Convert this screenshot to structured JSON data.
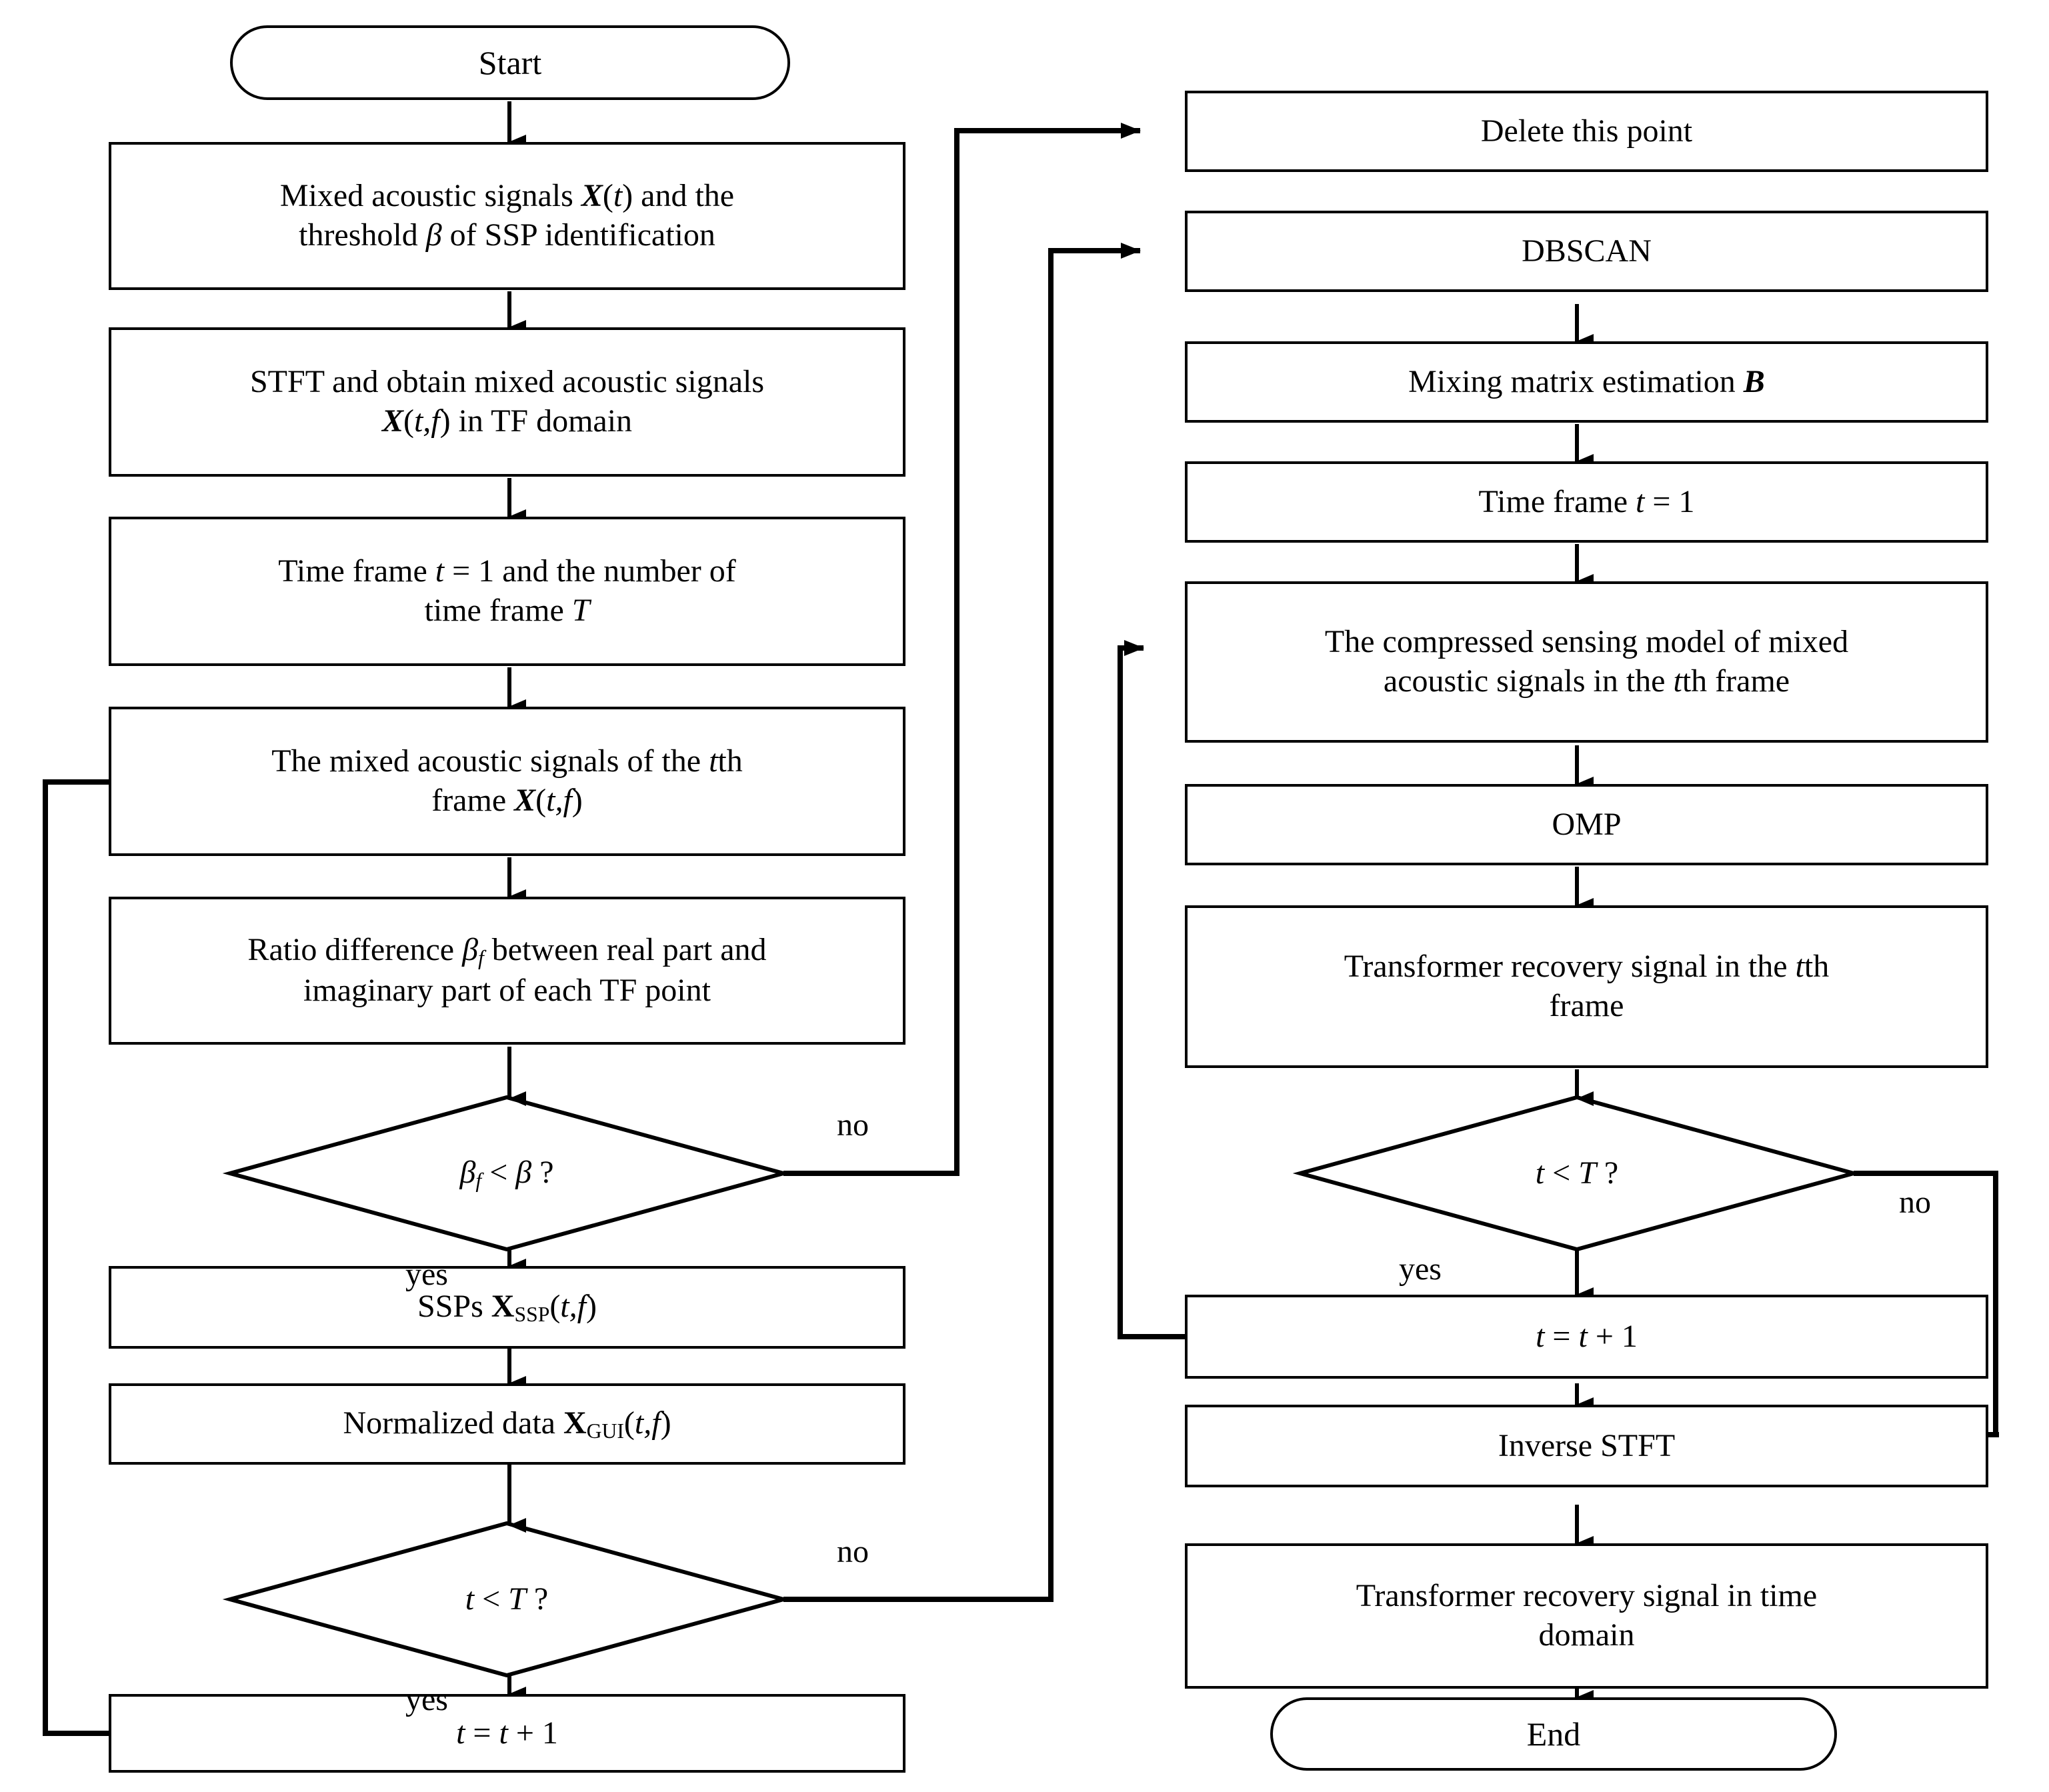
{
  "diagram": {
    "title": "Flowchart of transformer acoustic signal blind source separation",
    "stroke_color": "#000000",
    "background_color": "#ffffff"
  },
  "nodes": {
    "start": {
      "label": "Start",
      "shape": "terminator"
    },
    "mixed_signals": {
      "line1_a": "Mixed acoustic signals ",
      "line1_b": "X",
      "line1_c": "(",
      "line1_d": "t",
      "line1_e": ") and the",
      "line2_a": "threshold ",
      "line2_b": "β",
      "line2_c": " of SSP identification",
      "shape": "process"
    },
    "stft": {
      "line1": "STFT and obtain mixed acoustic signals",
      "line2_a": "X",
      "line2_b": "(",
      "line2_c": "t,f",
      "line2_d": ") in TF domain",
      "shape": "process"
    },
    "timeframe_init": {
      "line1_a": "Time frame ",
      "line1_b": "t",
      "line1_c": " = 1 and  the number of",
      "line2_a": "time frame ",
      "line2_b": "T",
      "shape": "process"
    },
    "mixed_tth": {
      "line1_a": "The mixed acoustic signals of the ",
      "line1_b": "t",
      "line1_c": "th",
      "line2_a": "frame ",
      "line2_b": "X",
      "line2_c": "(",
      "line2_d": "t,f",
      "line2_e": ")",
      "shape": "process"
    },
    "ratio_diff": {
      "line1_a": "Ratio difference ",
      "line1_b": "β",
      "line1_sub": "f",
      "line1_c": " between real part and",
      "line2": "imaginary part of each TF point",
      "shape": "process"
    },
    "decision_beta": {
      "label_a": "β",
      "label_sub": "f",
      "label_b": " < ",
      "label_c": "β",
      "label_d": " ?",
      "shape": "decision"
    },
    "ssps": {
      "text_a": "SSPs ",
      "text_b": "X",
      "text_sub": "SSP",
      "text_c": "(",
      "text_d": "t,f",
      "text_e": ")",
      "shape": "process"
    },
    "normalized": {
      "text_a": "Normalized data ",
      "text_b": "X",
      "text_sub": "GUI",
      "text_c": "(",
      "text_d": "t,f",
      "text_e": ")",
      "shape": "process"
    },
    "decision_tT_left": {
      "label_a": "t",
      "label_b": " < ",
      "label_c": "T",
      "label_d": " ?",
      "shape": "decision"
    },
    "increment_left": {
      "text_a": "t",
      "text_b": " = ",
      "text_c": "t",
      "text_d": " + 1",
      "shape": "process"
    },
    "delete_point": {
      "label": "Delete this point",
      "shape": "process"
    },
    "dbscan": {
      "label": "DBSCAN",
      "shape": "process"
    },
    "mixing_matrix": {
      "text_a": "Mixing matrix estimation ",
      "text_b": "B",
      "shape": "process"
    },
    "timeframe_right": {
      "text_a": "Time frame ",
      "text_b": "t",
      "text_c": " = 1",
      "shape": "process"
    },
    "cs_model": {
      "line1": "The compressed sensing model of mixed",
      "line2_a": "acoustic signals in the ",
      "line2_b": "t",
      "line2_c": "th frame",
      "shape": "process"
    },
    "omp": {
      "label": "OMP",
      "shape": "process"
    },
    "recovery_tth": {
      "line1_a": "Transformer recovery signal in the ",
      "line1_b": "t",
      "line1_c": "th",
      "line2": "frame",
      "shape": "process"
    },
    "decision_tT_right": {
      "label_a": "t",
      "label_b": " < ",
      "label_c": "T",
      "label_d": " ?",
      "shape": "decision"
    },
    "increment_right": {
      "text_a": "t",
      "text_b": " = ",
      "text_c": "t",
      "text_d": " + 1",
      "shape": "process"
    },
    "inverse_stft": {
      "label": "Inverse STFT",
      "shape": "process"
    },
    "recovery_time": {
      "line1": "Transformer recovery signal in  time",
      "line2": "domain",
      "shape": "process"
    },
    "end": {
      "label": "End",
      "shape": "terminator"
    }
  },
  "edge_labels": {
    "beta_no": "no",
    "beta_yes": "yes",
    "tT_left_no": "no",
    "tT_left_yes": "yes",
    "tT_right_no": "no",
    "tT_right_yes": "yes"
  }
}
